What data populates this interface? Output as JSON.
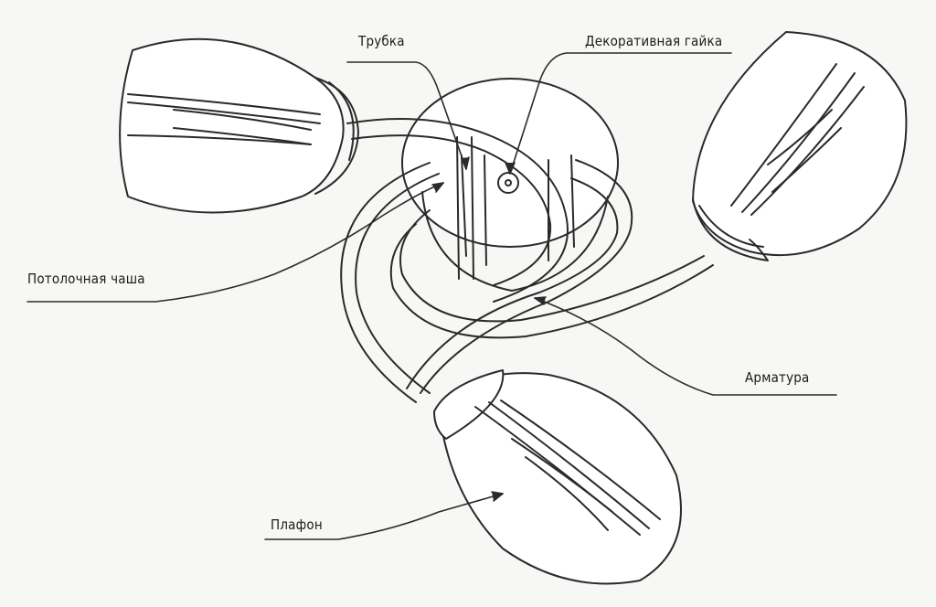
{
  "labels": {
    "tube": "Трубка",
    "decorative_nut": "Декоративная гайка",
    "ceiling_cup": "Потолочная чаша",
    "armature": "Арматура",
    "shade": "Плафон"
  },
  "colors": {
    "ink": "#2a2a2a",
    "paper": "#f7f7f5",
    "shade_fill": "#ffffff"
  }
}
